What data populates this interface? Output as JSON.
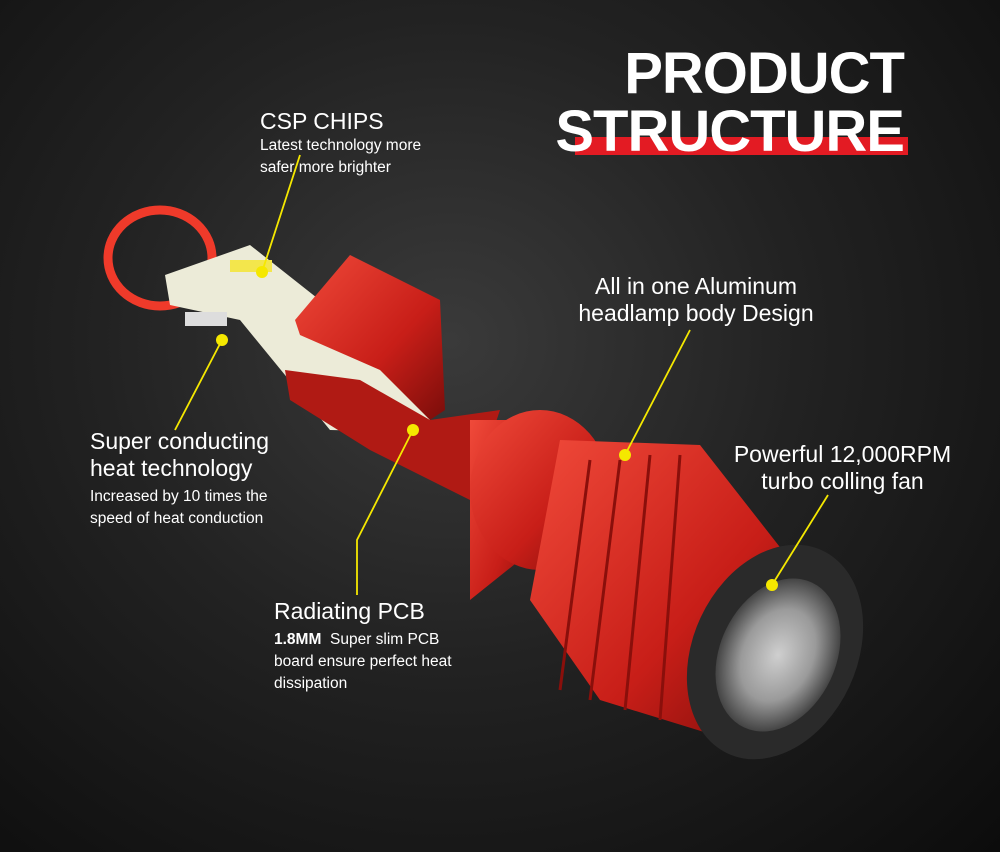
{
  "title": {
    "line1": "PRODUCT",
    "line2": "STRUCTURE"
  },
  "colors": {
    "accent": "#e31b23",
    "leader": "#f5e800",
    "body_red": "#d8261f"
  },
  "callouts": {
    "csp": {
      "heading": "CSP CHIPS",
      "desc1": "Latest technology more",
      "desc2": "safer more brighter"
    },
    "heat": {
      "heading1": "Super conducting",
      "heading2": "heat technology",
      "desc1": "Increased by 10 times the",
      "desc2": "speed of heat conduction"
    },
    "pcb": {
      "heading": "Radiating PCB",
      "desc_bold": "1.8MM",
      "desc1": "Super slim  PCB",
      "desc2": "board ensure perfect heat",
      "desc3": "dissipation"
    },
    "body": {
      "heading1": "All in one Aluminum",
      "heading2": "headlamp body Design"
    },
    "fan": {
      "heading1": "Powerful 12,000RPM",
      "heading2": "turbo colling fan"
    }
  }
}
